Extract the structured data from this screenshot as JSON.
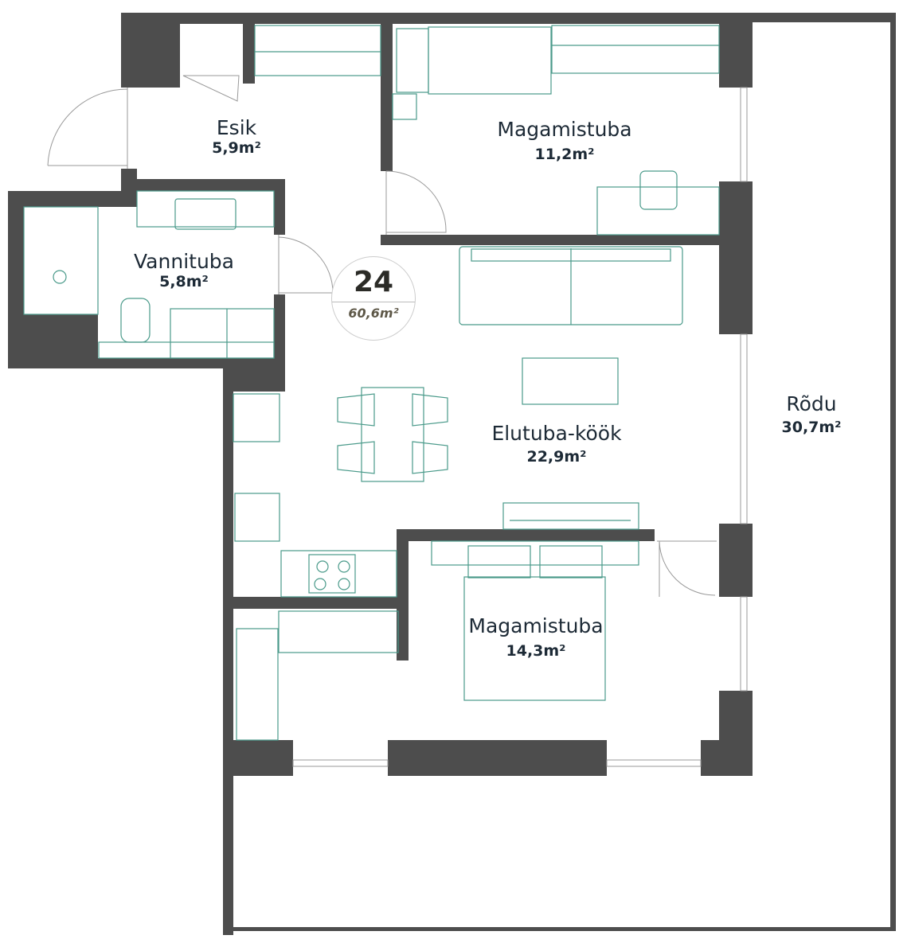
{
  "apartment": {
    "number": "24",
    "total_area": "60,6m²"
  },
  "rooms": [
    {
      "name": "Esik",
      "area": "5,9m²"
    },
    {
      "name": "Magamistuba",
      "area": "11,2m²"
    },
    {
      "name": "Vannituba",
      "area": "5,8m²"
    },
    {
      "name": "Elutuba-köök",
      "area": "22,9m²"
    },
    {
      "name": "Rõdu",
      "area": "30,7m²"
    },
    {
      "name": "Magamistuba",
      "area": "14,3m²"
    }
  ],
  "colors": {
    "wall": "#4d4d4d",
    "furniture": "#4a9a8a"
  }
}
